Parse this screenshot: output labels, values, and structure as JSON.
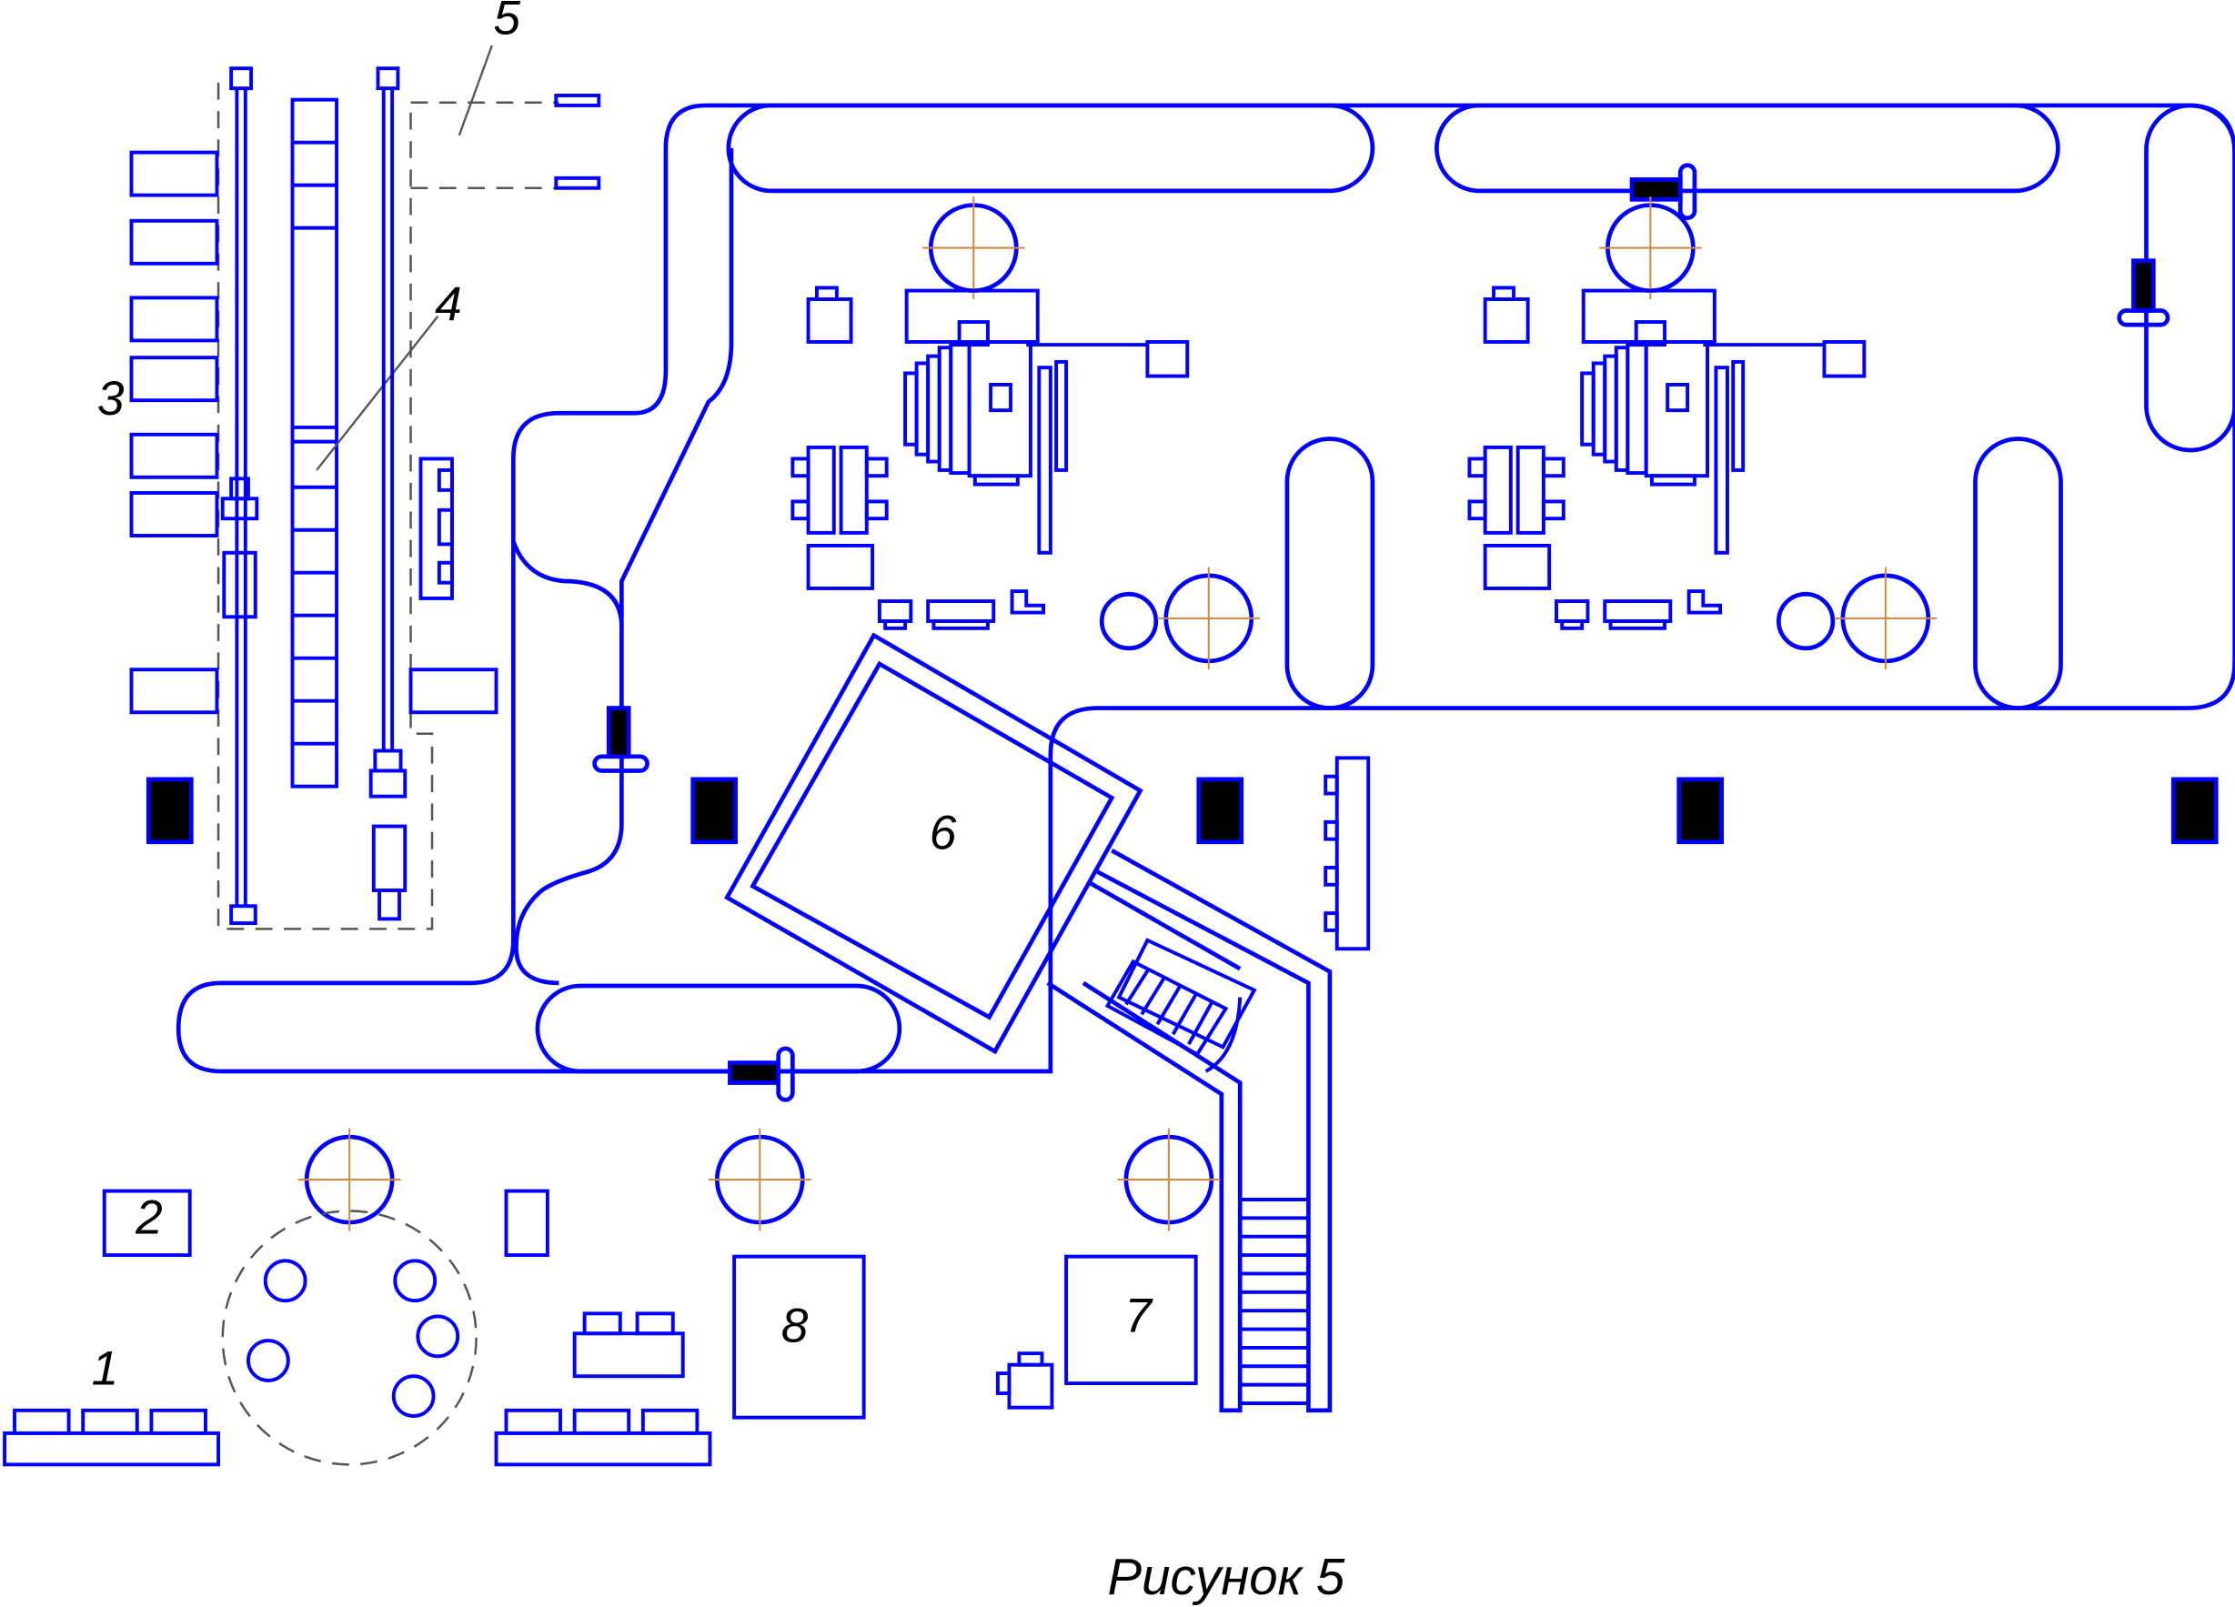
{
  "labels": {
    "l1": "1",
    "l2": "2",
    "l3": "3",
    "l4": "4",
    "l5": "5",
    "l6": "6",
    "l7": "7",
    "l8": "8"
  },
  "caption": "Рисунок 5",
  "colors": {
    "line": "#0000ff",
    "fill": "#000000",
    "centerline": "#d08a40",
    "dashed": "#555555"
  }
}
